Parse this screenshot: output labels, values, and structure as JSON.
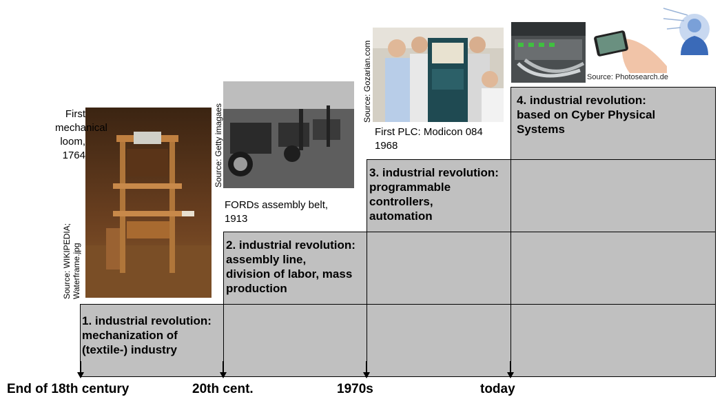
{
  "stages": [
    {
      "label": "1. industrial revolution:\nmechanization of\n(textile-) industry"
    },
    {
      "label": "2. industrial revolution:\nassembly line,\ndivision of labor, mass\nproduction"
    },
    {
      "label": "3. industrial revolution:\nprogrammable\ncontrollers,\nautomation"
    },
    {
      "label": "4. industrial revolution:\nbased on Cyber Physical\nSystems"
    }
  ],
  "timeline": [
    "End of 18th century",
    "20th cent.",
    "1970s",
    "today"
  ],
  "captions": {
    "loom": "First\nmechanical\nloom,\n1764",
    "loom_source": "Source: WIKIPEDIA;\nWaterframe.jpg",
    "ford": "FORDs assembly belt,\n1913",
    "ford_source": "Source: Getty imagaes",
    "plc": "First PLC: Modicon 084\n1968",
    "plc_source": "Source: Gozarian.com",
    "cps_source": "Source: Photosearch.de"
  },
  "colors": {
    "cell_fill": "#c0c0c0",
    "border": "#000000"
  }
}
